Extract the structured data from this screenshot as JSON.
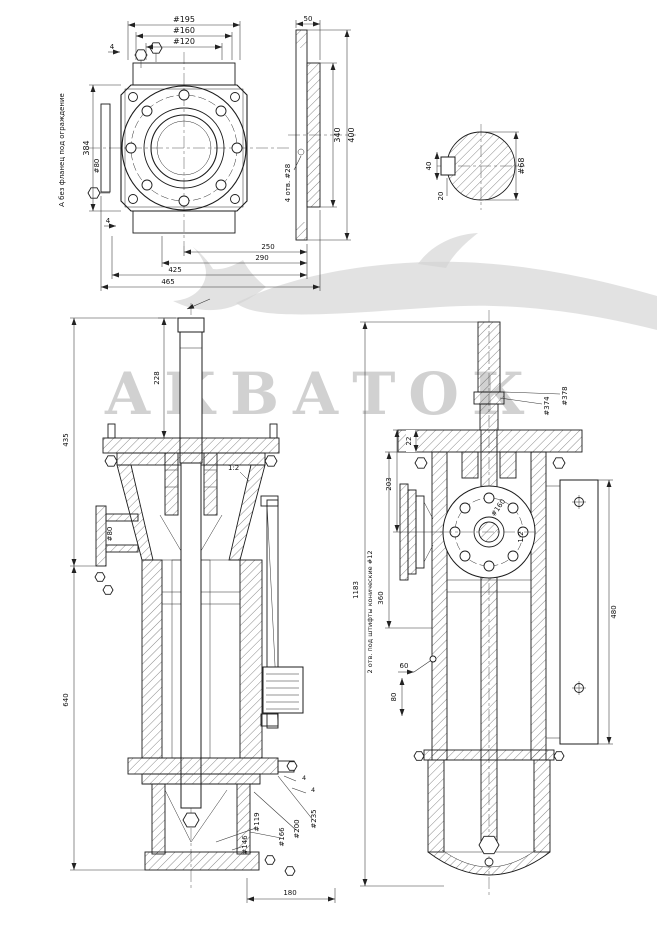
{
  "colors": {
    "line": "#1c1c1c",
    "watermark": "#c6c6c6",
    "background": "#ffffff"
  },
  "watermark": {
    "text": "АКВАТОК"
  },
  "top_view": {
    "note": "А без фланец под ограждение",
    "dia_195": "#195",
    "dia_160": "#160",
    "dia_120": "#120",
    "dia_80": "#80",
    "dim_384": "384",
    "dim_4_top": "4",
    "dim_4_bottom": "4",
    "dim_50": "50",
    "dim_340": "340",
    "dim_400": "400",
    "holes_note": "4 отв. #28",
    "dim_250": "250",
    "dim_290": "290",
    "dim_425": "425",
    "dim_465": "465"
  },
  "shaft_detail": {
    "dia_68": "#68",
    "dim_40": "40",
    "dim_20": "20"
  },
  "front_view": {
    "dim_228": "228",
    "dim_435": "435",
    "dim_640": "640",
    "dia_80": "#80",
    "taper": "1:2",
    "dia_119": "#119",
    "dia_146": "#146",
    "dia_166": "#166",
    "dia_200": "#200",
    "dia_235": "#235",
    "dim_180": "180",
    "dim_4_a": "4",
    "dim_4_b": "4"
  },
  "side_view": {
    "dim_1183": "1183",
    "dia_378": "#378",
    "dia_374": "#374",
    "dim_22": "22",
    "dim_203": "203",
    "dia_160": "#160",
    "taper": "1:2",
    "dim_360": "360",
    "pins_note": "2 отв. под штифты конические #12",
    "dim_60": "60",
    "dim_80": "80",
    "dim_480": "480"
  }
}
